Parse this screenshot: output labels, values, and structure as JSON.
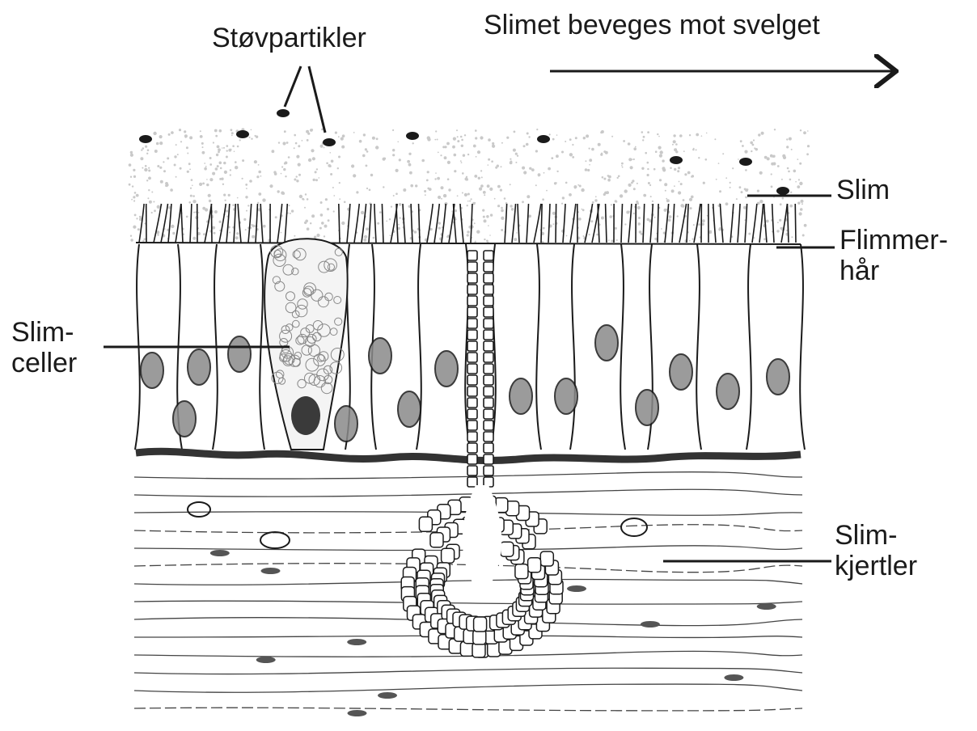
{
  "labels": {
    "dust": "Støvpartikler",
    "flow": "Slimet beveges mot svelget",
    "mucus": "Slim",
    "cilia_line1": "Flimmer-",
    "cilia_line2": "hår",
    "goblet_line1": "Slim-",
    "goblet_line2": "celler",
    "glands_line1": "Slim-",
    "glands_line2": "kjertler"
  },
  "colors": {
    "ink": "#1a1a1a",
    "mucus_stipple": "#c9c9c9",
    "nucleus_fill": "#8a8a8a",
    "basement_membrane": "#333333",
    "goblet_nucleus": "#3a3a3a"
  }
}
